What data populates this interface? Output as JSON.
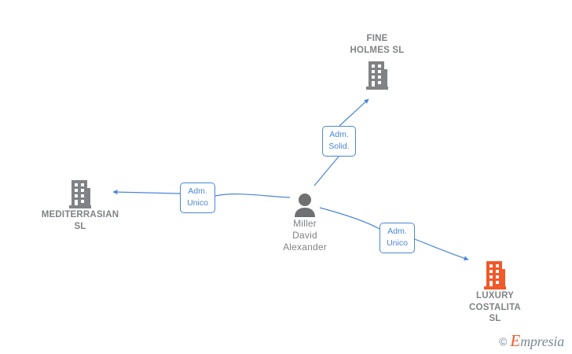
{
  "graph": {
    "title": "Corporate relations graph",
    "colors": {
      "edge": "#4a86d6",
      "company_gray": "#808285",
      "company_orange": "#f1592a",
      "person_gray": "#6f7072",
      "label_text": "#4a86d6",
      "background": "#ffffff"
    },
    "nodes": [
      {
        "id": "fine-holmes",
        "label": "FINE\nHOLMES SL",
        "type": "company",
        "icon": "building-icon",
        "icon_color": "#808285",
        "label_position": "above"
      },
      {
        "id": "mediterrasian",
        "label": "MEDITERRASIAN\nSL",
        "type": "company",
        "icon": "building-icon",
        "icon_color": "#808285",
        "label_position": "below"
      },
      {
        "id": "luxury-costalita",
        "label": "LUXURY\nCOSTALITA\nSL",
        "type": "company",
        "icon": "building-icon",
        "icon_color": "#f1592a",
        "label_position": "below"
      },
      {
        "id": "miller",
        "label": "Miller\nDavid\nAlexander",
        "type": "person",
        "icon": "person-icon",
        "icon_color": "#6f7072",
        "label_position": "below"
      }
    ],
    "edges": [
      {
        "id": "edge-miller-fine-holmes",
        "from": "miller",
        "to": "fine-holmes",
        "label": "Adm.\nSolid."
      },
      {
        "id": "edge-miller-mediterrasian",
        "from": "miller",
        "to": "mediterrasian",
        "label": "Adm.\nUnico"
      },
      {
        "id": "edge-miller-luxury-costalita",
        "from": "miller",
        "to": "luxury-costalita",
        "label": "Adm.\nUnico"
      }
    ]
  },
  "watermark": {
    "copyright": "©",
    "brand_initial": "E",
    "brand_rest": "mpresia"
  }
}
